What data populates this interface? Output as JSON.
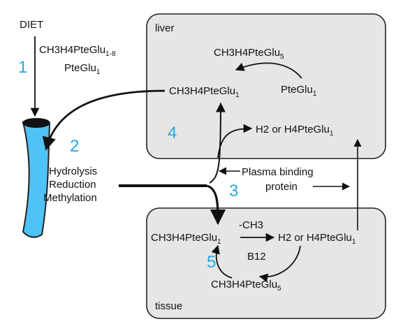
{
  "colors": {
    "compartment_fill": "#e6e6e6",
    "compartment_stroke": "#222222",
    "gut_fill": "#4fc3f7",
    "step_number": "#29a8e0",
    "arrow": "#111111"
  },
  "compartments": {
    "liver": "liver",
    "tissue": "tissue"
  },
  "diet": {
    "label": "DIET",
    "folate_a": {
      "base": "CH3H4PteGlu",
      "sub": "1-8"
    },
    "folate_b": {
      "base": "PteGlu",
      "sub": "1"
    }
  },
  "gut": {
    "line1": "Hydrolysis",
    "line2": "Reduction",
    "line3": "Methylation"
  },
  "steps": [
    "1",
    "2",
    "3",
    "4",
    "5"
  ],
  "liver_species": {
    "polyglu": {
      "base": "CH3H4PteGlu",
      "sub": "5"
    },
    "methyl": {
      "base": "CH3H4PteGlu",
      "sub": "1"
    },
    "pteglu": {
      "base": "PteGlu",
      "sub": "1"
    },
    "reduced": {
      "pre": "H2 or H4PteGlu",
      "sub": "1"
    }
  },
  "plasma": {
    "line1": "Plasma binding",
    "line2": "protein"
  },
  "tissue_species": {
    "methyl": {
      "base": "CH3H4PteGlu",
      "sub": "1"
    },
    "demethyl_label": "-CH3",
    "reduced": {
      "pre": "H2 or H4PteGlu",
      "sub": "1"
    },
    "cofactor": "B12",
    "polyglu": {
      "base": "CH3H4PteGlu",
      "sub": "5"
    }
  },
  "icons": [
    "gut-tube-icon",
    "arrow-icon"
  ]
}
